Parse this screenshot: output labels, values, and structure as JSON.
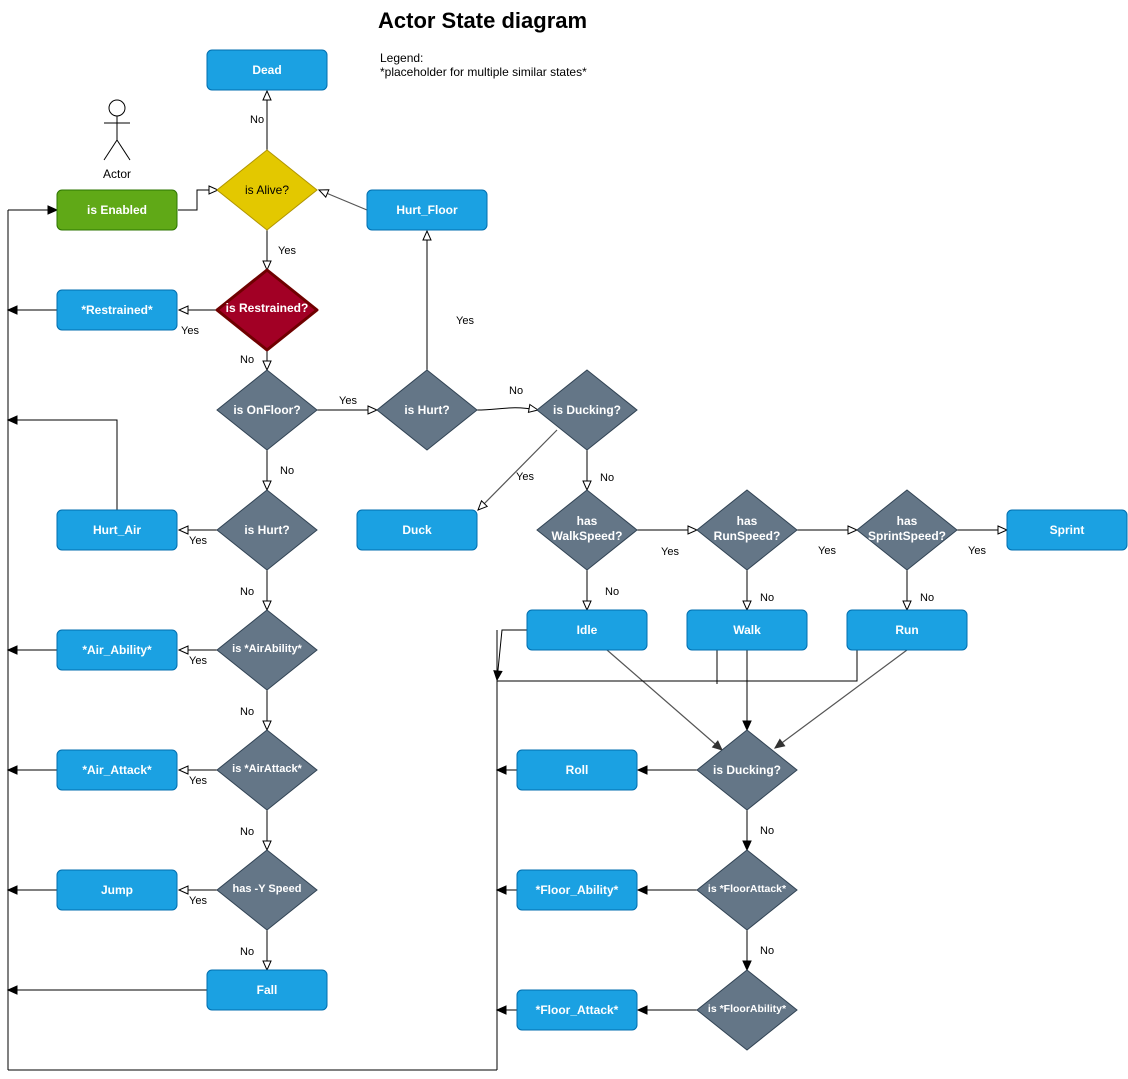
{
  "title": "Actor State diagram",
  "legend": {
    "heading": "Legend:",
    "text": "*placeholder for multiple similar states*"
  },
  "actor_label": "Actor",
  "colors": {
    "state": "#1ba1e2",
    "enabled": "#60a917",
    "decision": "#647687",
    "alive": "#e3c800",
    "restrained": "#a20025",
    "text_light": "#ffffff",
    "text_dark": "#333333"
  },
  "states": {
    "dead": "Dead",
    "is_enabled": "is Enabled",
    "hurt_floor": "Hurt_Floor",
    "restrained": "*Restrained*",
    "duck": "Duck",
    "sprint": "Sprint",
    "hurt_air": "Hurt_Air",
    "idle": "Idle",
    "walk": "Walk",
    "run": "Run",
    "air_ability": "*Air_Ability*",
    "air_attack": "*Air_Attack*",
    "roll": "Roll",
    "jump": "Jump",
    "floor_ability": "*Floor_Ability*",
    "fall": "Fall",
    "floor_attack": "*Floor_Attack*"
  },
  "decisions": {
    "is_alive": "is Alive?",
    "is_restrained": "is Restrained?",
    "is_onfloor": "is OnFloor?",
    "is_hurt_floor": "is Hurt?",
    "is_ducking_top": "is Ducking?",
    "is_hurt_air": "is Hurt?",
    "has_walkspeed_1": "has",
    "has_walkspeed_2": "WalkSpeed?",
    "has_runspeed_1": "has",
    "has_runspeed_2": "RunSpeed?",
    "has_sprintspeed_1": "has",
    "has_sprintspeed_2": "SprintSpeed?",
    "is_airability": "is *AirAbility*",
    "is_airattack": "is *AirAttack*",
    "is_ducking_bottom": "is Ducking?",
    "has_y_speed": "has -Y Speed",
    "is_floorattack": "is *FloorAttack*",
    "is_floorability": "is *FloorAbility*"
  },
  "edge_labels": {
    "no": "No",
    "yes": "Yes"
  }
}
